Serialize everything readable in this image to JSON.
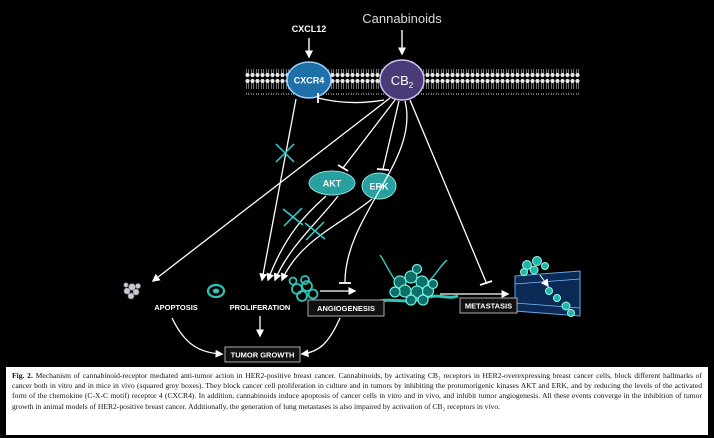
{
  "diagram": {
    "ligands": {
      "cannabinoids": "Cannabinoids",
      "cxcl12": "CXCL12"
    },
    "receptors": {
      "cxcr4": "CXCR4",
      "cb2": "CB",
      "cb2_sub": "2"
    },
    "kinases": {
      "akt": "AKT",
      "erk": "ERK"
    },
    "outcomes": {
      "apoptosis": "APOPTOSIS",
      "proliferation": "PROLIFERATION",
      "angiogenesis": "ANGIOGENESIS",
      "metastasis": "METASTASIS",
      "tumor_growth": "TUMOR GROWTH"
    },
    "colors": {
      "background": "#000000",
      "receptor_cxcr4": "#1f6fa8",
      "receptor_cb2": "#4a3a78",
      "kinase": "#27a0a0",
      "cell": "#2ec4b6",
      "membrane": "#dddddd"
    }
  },
  "caption": {
    "label": "Fig. 2.",
    "text": "Mechanism of cannabinoid-receptor mediated anti-tumor action in HER2-positive breast cancer. Cannabinoids, by activating CB₂ receptors in HER2-overexpressing breast cancer cells, block different hallmarks of cancer both in vitro and in mice in vivo (squared grey boxes). They block cancer cell proliferation in culture and in tumors by inhibiting the protumorigenic kinases AKT and ERK, and by reducing the levels of the activated form of the chemokine (C-X-C motif) receptor 4 (CXCR4). In addition, cannabinoids induce apoptosis of cancer cells in vitro and in vivo, and inhibit tumor angiogenesis. All these events converge in the inhibition of tumor growth in animal models of HER2-positive breast cancer. Additionally, the generation of lung metastases is also impaired by activation of CB₂ receptors in vivo."
  }
}
